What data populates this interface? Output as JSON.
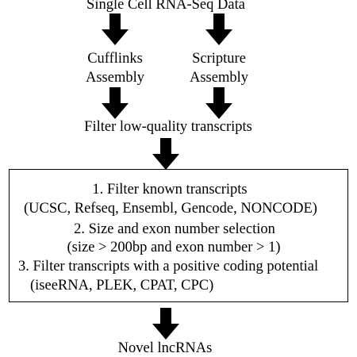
{
  "step_input": "Single Cell RNA-Seq Data",
  "assembly": {
    "left_line1": "Cufflinks",
    "left_line2": "Assembly",
    "right_line1": "Scripture",
    "right_line2": "Assembly"
  },
  "step_quality_filter": "Filter low-quality transcripts",
  "filter_box": {
    "item1_title": "1. Filter known transcripts",
    "item1_detail": "(UCSC, Refseq, Ensembl, Gencode, NONCODE)",
    "item2_title": "2. Size and exon number selection",
    "item2_detail": "(size > 200bp and exon number > 1)",
    "item3_title": "3. Filter transcripts with a positive coding potential",
    "item3_detail": "(iseeRNA, PLEK, CPAT, CPC)"
  },
  "step_output": "Novel lncRNAs"
}
